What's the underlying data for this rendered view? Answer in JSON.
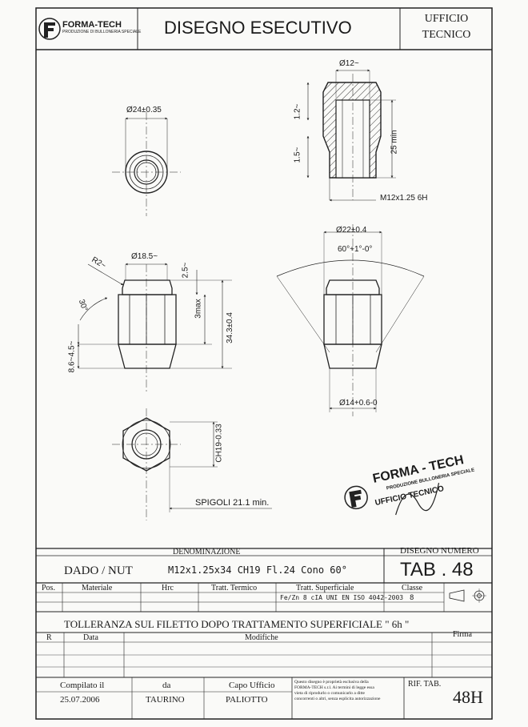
{
  "header": {
    "company": "FORMA-TECH",
    "tagline": "PRODUZIONE DI BULLONERIA SPECIALE",
    "title": "DISEGNO ESECUTIVO",
    "office_line1": "UFFICIO",
    "office_line2": "TECNICO"
  },
  "dims": {
    "top_dia": "Ø24±0.35",
    "inner_dia": "Ø12~",
    "h_top": "1.2~",
    "h_cone": "1.5~",
    "thread_len": "25 min",
    "thread": "M12x1.25 6H",
    "cone_dia": "Ø22±0.4",
    "angle": "60°+1°-0°",
    "head_dia": "Ø18.5~",
    "radius": "R2~",
    "chamfer": "2.5~",
    "bevel": "30°",
    "hex_h": "3max",
    "total_h": "34.3±0.4",
    "flange": "4.5~",
    "cone_h": "8.6~",
    "seat_dia": "Ø14+0.6-0",
    "hex": "CH19-0.33",
    "edges": "SPIGOLI 21.1 min."
  },
  "stamp": {
    "company": "FORMA - TECH",
    "tagline": "PRODUZIONE BULLONERIA SPECIALE",
    "office": "UFFICIO TECNICO"
  },
  "block": {
    "denomination_header": "DENOMINAZIONE",
    "drawing_number_header": "DISEGNO NUMERO",
    "part_name": "DADO / NUT",
    "part_spec": "M12x1.25x34   CH19   Fl.24   Cono 60°",
    "drawing_number": "TAB . 48",
    "col_pos": "Pos.",
    "col_material": "Materiale",
    "col_hrc": "Hrc",
    "col_heat": "Tratt. Termico",
    "col_surface": "Tratt. Superficiale",
    "col_class": "Classe",
    "surface_value": "Fe/Zn 8 cIA UNI EN ISO 4042-2003",
    "class_value": "8",
    "tolerance_note": "TOLLERANZA SUL FILETTO DOPO TRATTAMENTO SUPERFICIALE \" 6h \"",
    "col_rev": "R",
    "col_date": "Data",
    "col_changes": "Modifiche",
    "col_signature": "Firma",
    "compiled_label": "Compilato il",
    "by_label": "da",
    "chief_label": "Capo Ufficio",
    "compiled_date": "25.07.2006",
    "compiled_by": "TAURINO",
    "chief_name": "PALIOTTO",
    "legal_1": "Questo disegno è proprietà esclusiva della",
    "legal_2": "FORMA-TECH s.r.l. Ai termini di legge essa",
    "legal_3": "vieta di riprodurlo o comunicarlo a ditte",
    "legal_4": "concorrenti o altri, senza esplicita autorizzazione",
    "legal_5": "",
    "ref_label": "RIF. TAB.",
    "ref_value": "48H"
  }
}
